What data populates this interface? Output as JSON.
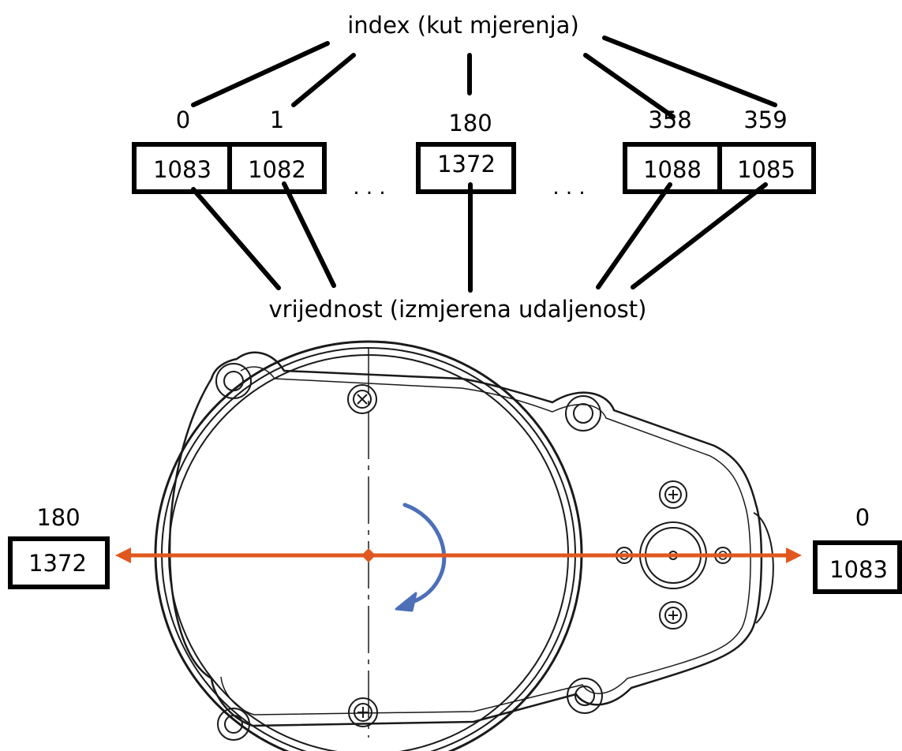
{
  "diagram": {
    "index_caption": "index (kut mjerenja)",
    "value_caption": "vrijednost (izmjerena udaljenost)",
    "ellipsis": ". . .",
    "array": [
      {
        "index": "0",
        "value": "1083"
      },
      {
        "index": "1",
        "value": "1082"
      },
      {
        "index": "180",
        "value": "1372"
      },
      {
        "index": "358",
        "value": "1088"
      },
      {
        "index": "359",
        "value": "1085"
      }
    ]
  },
  "sensor": {
    "left_reading": {
      "angle": "180",
      "distance": "1372"
    },
    "right_reading": {
      "angle": "0",
      "distance": "1083"
    },
    "colors": {
      "scan_axis": "#e0581e",
      "rotation_arrow": "#4d6fb8",
      "outline": "#1a1a1a"
    },
    "icons": [
      "rotation-arrow-icon",
      "screw-icon",
      "mount-hole-icon"
    ]
  }
}
